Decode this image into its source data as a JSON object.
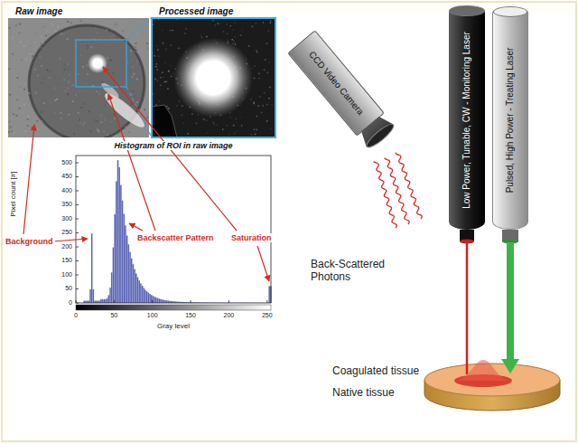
{
  "diagram": {
    "nodes": [
      {
        "text": [
          "Raw image"
        ]
      },
      {
        "text": [
          "Processed image"
        ]
      },
      {
        "text": [
          "CCD Video Camera"
        ]
      },
      {
        "text": [
          "Low Power, Tunable, CW - Monitoring Laser"
        ]
      },
      {
        "text": [
          "Pulsed, High Power - Treating Laser"
        ]
      }
    ],
    "labels": [
      "Histogram of ROI in raw image",
      "Background",
      "Backscatter Pattern",
      "Saturation",
      "Pixel count [#]",
      "0",
      "50",
      "100",
      "150",
      "200",
      "250",
      "300",
      "350",
      "400",
      "450",
      "500",
      "Gray level",
      "0",
      "50",
      "100",
      "150",
      "200",
      "250",
      "Back-Scattered Photons",
      "Coagulated tissue",
      "Native tissue"
    ]
  }
}
